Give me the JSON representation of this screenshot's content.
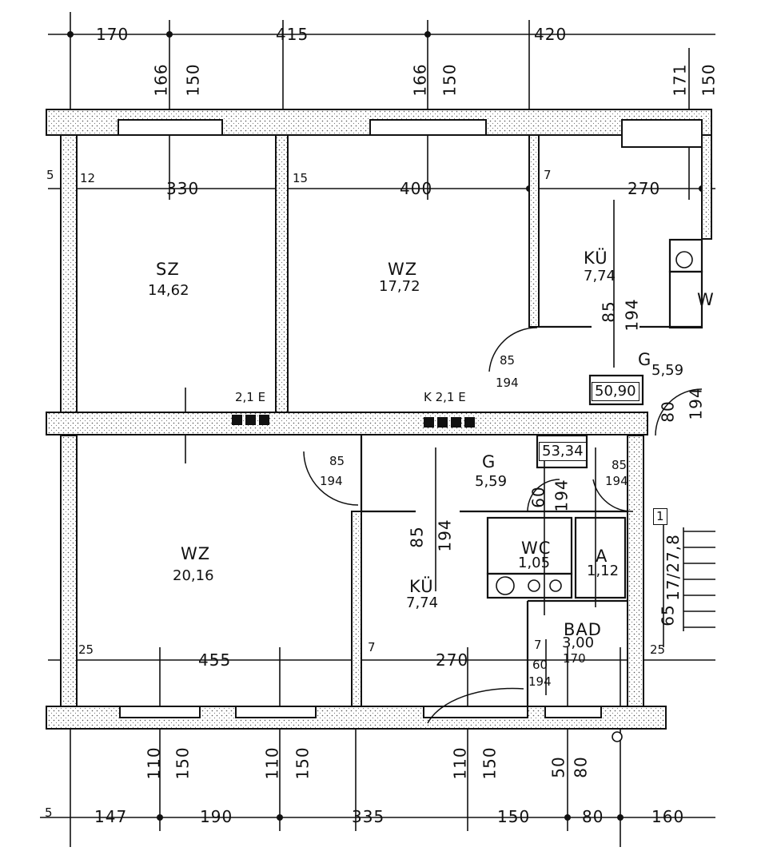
{
  "rooms": {
    "sz_top": {
      "name": "SZ",
      "area": "14,62"
    },
    "wz_top": {
      "name": "WZ",
      "area": "17,72"
    },
    "ku_top": {
      "name": "KÜ",
      "area": "7,74"
    },
    "g_top": {
      "name": "G",
      "area": "5,59"
    },
    "w_top": {
      "name": "W"
    },
    "wz_bottom": {
      "name": "WZ",
      "area": "20,16"
    },
    "g_bottom": {
      "name": "G",
      "area": "5,59"
    },
    "ku_bottom": {
      "name": "KÜ",
      "area": "7,74"
    },
    "wc": {
      "name": "WC",
      "area": "1,05"
    },
    "a": {
      "name": "A",
      "area": "1,12"
    },
    "bad": {
      "name": "BAD",
      "area": "3,00"
    }
  },
  "unit_totals": {
    "top": "50,90",
    "bottom": "53,34"
  },
  "stair_number": "1",
  "dims_top": [
    "170",
    "415",
    "420"
  ],
  "dims_top_window": [
    "166",
    "150",
    "166",
    "150",
    "171",
    "150"
  ],
  "dims_row1": [
    "5",
    "12",
    "330",
    "15",
    "400",
    "7",
    "270"
  ],
  "dims_row2": [
    "25",
    "455",
    "7",
    "270",
    "7",
    "25"
  ],
  "dims_bottom_window": [
    "110",
    "150",
    "110",
    "150",
    "110",
    "150",
    "50",
    "80"
  ],
  "dims_bottom": [
    "5",
    "147",
    "190",
    "335",
    "150",
    "80",
    "160"
  ],
  "door_labels": {
    "ku_top_door": [
      "85",
      "194"
    ],
    "g_top_door": [
      "85",
      "194"
    ],
    "corr_top_door": [
      "80",
      "194"
    ],
    "wz_bot_door": [
      "85",
      "194"
    ],
    "ku_bot_door": [
      "85",
      "194"
    ],
    "wc_door": [
      "60",
      "194"
    ],
    "a_door": [
      "85",
      "194"
    ],
    "bad_door": [
      "60",
      "194"
    ],
    "bad_window": "170",
    "stair_dim": "65",
    "stair_steps": "17/27,8"
  },
  "wall_marks": {
    "left": "2,1 E",
    "right": "K 2,1 E"
  }
}
